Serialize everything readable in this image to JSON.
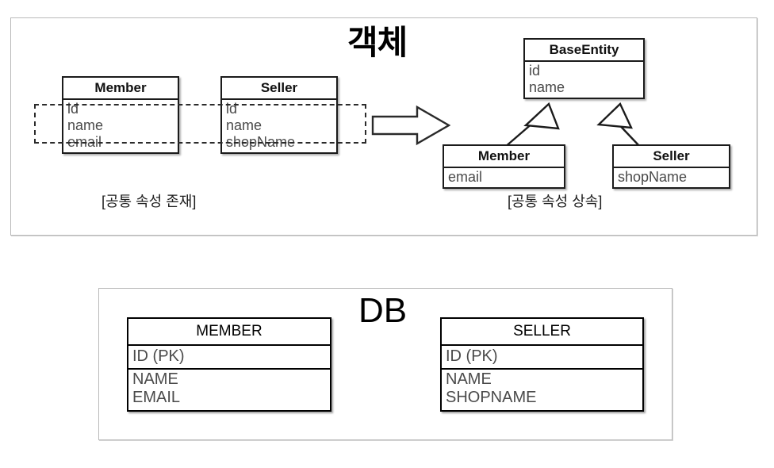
{
  "object_section": {
    "title": "객체",
    "before": {
      "caption": "[공통 속성 존재]",
      "classes": [
        {
          "name": "Member",
          "attributes": [
            "id",
            "name",
            "email"
          ]
        },
        {
          "name": "Seller",
          "attributes": [
            "id",
            "name",
            "shopName"
          ]
        }
      ],
      "highlight_note": "common-attributes-dashed-box"
    },
    "arrow": "right-block-arrow",
    "after": {
      "caption": "[공통 속성 상속]",
      "parent": {
        "name": "BaseEntity",
        "attributes": [
          "id",
          "name"
        ]
      },
      "children": [
        {
          "name": "Member",
          "attributes": [
            "email"
          ]
        },
        {
          "name": "Seller",
          "attributes": [
            "shopName"
          ]
        }
      ],
      "relation": "generalization"
    }
  },
  "db_section": {
    "title": "DB",
    "tables": [
      {
        "name": "MEMBER",
        "primary_key": "ID (PK)",
        "columns": [
          "NAME",
          "EMAIL"
        ]
      },
      {
        "name": "SELLER",
        "primary_key": "ID (PK)",
        "columns": [
          "NAME",
          "SHOPNAME"
        ]
      }
    ]
  },
  "colors": {
    "panel_border": "#b9b9b9",
    "box_border": "#1b1b1b",
    "attr_text": "#4a4a4a",
    "title_text": "#000000"
  }
}
